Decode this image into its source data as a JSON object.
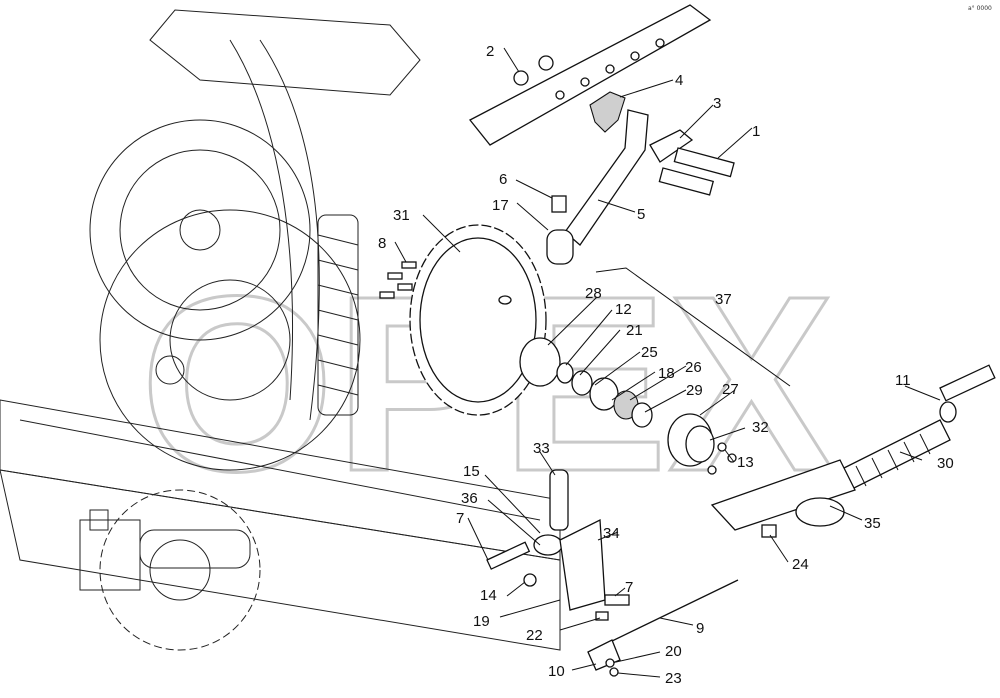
{
  "watermark": "OPEX",
  "corner_mark": "a° 0000",
  "callouts": {
    "c1": "1",
    "c2": "2",
    "c3": "3",
    "c4": "4",
    "c5": "5",
    "c6": "6",
    "c7a": "7",
    "c7b": "7",
    "c8": "8",
    "c9": "9",
    "c10": "10",
    "c11": "11",
    "c12": "12",
    "c13": "13",
    "c14": "14",
    "c15": "15",
    "c17": "17",
    "c18": "18",
    "c19": "19",
    "c20": "20",
    "c21": "21",
    "c22": "22",
    "c23": "23",
    "c24": "24",
    "c25": "25",
    "c26": "26",
    "c27": "27",
    "c28": "28",
    "c29": "29",
    "c30": "30",
    "c31": "31",
    "c32": "32",
    "c33": "33",
    "c34": "34",
    "c35": "35",
    "c36": "36",
    "c37": "37"
  }
}
